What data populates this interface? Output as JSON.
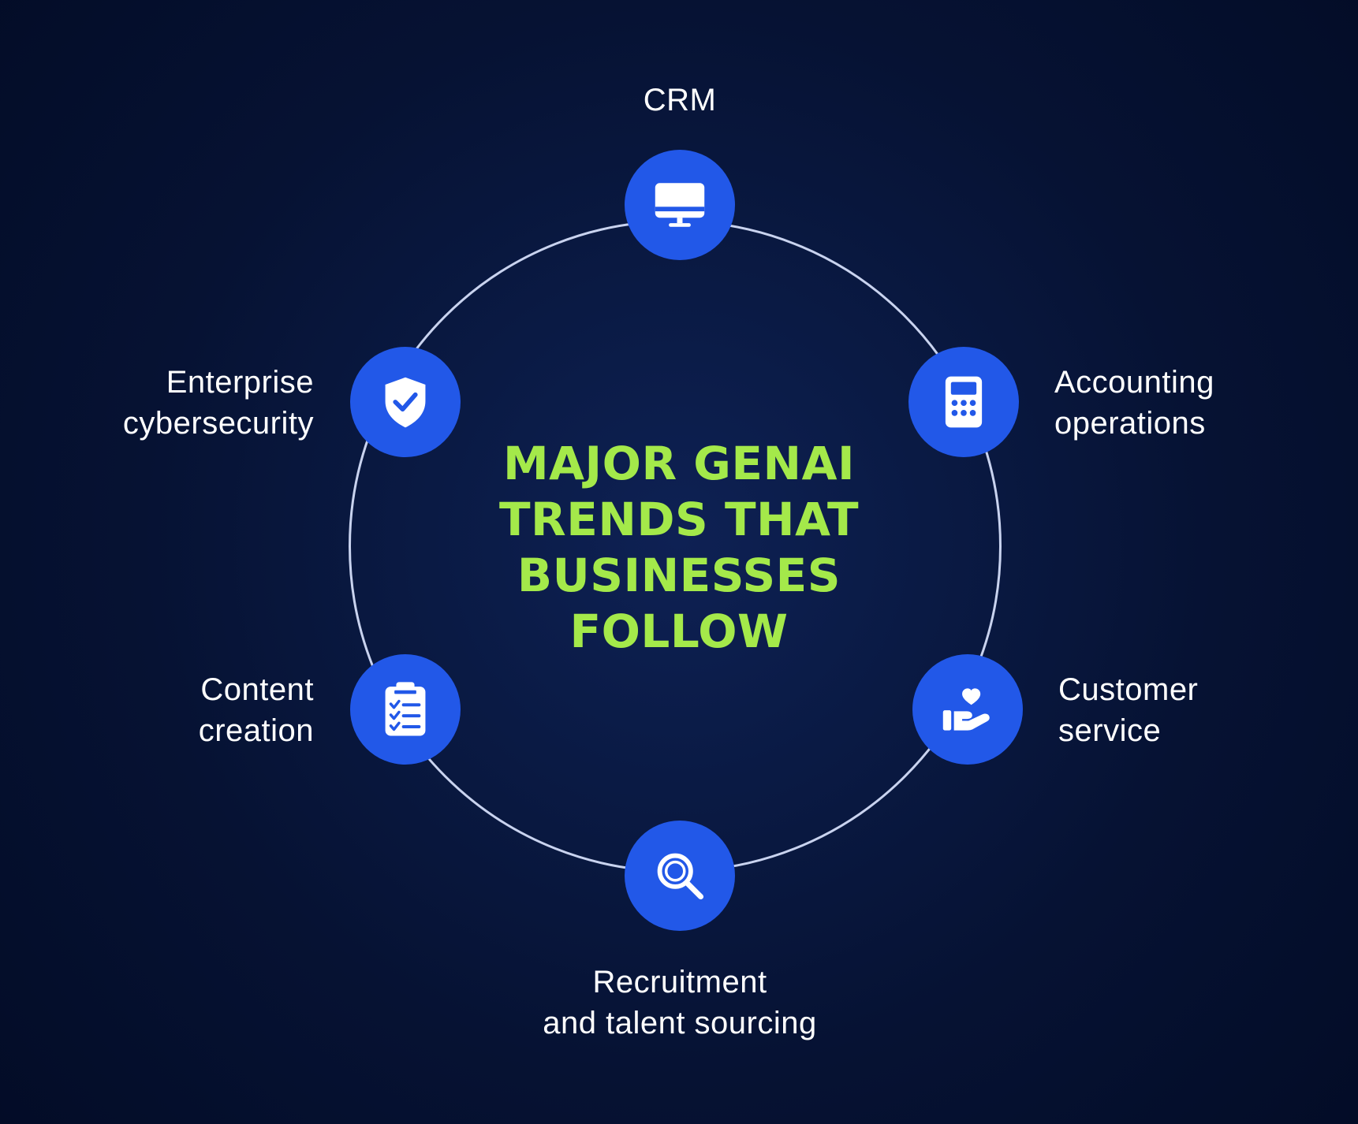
{
  "colors": {
    "accent": "#a4e94a",
    "node": "#2258e8",
    "ring": "#c9d3ef",
    "text": "#ffffff",
    "background": "#061233"
  },
  "title": {
    "lines": [
      "MAJOR GENAI",
      "TRENDS THAT",
      "BUSINESSES",
      "FOLLOW"
    ]
  },
  "nodes": [
    {
      "id": "crm",
      "icon": "monitor-icon",
      "label": [
        "CRM"
      ]
    },
    {
      "id": "accounting",
      "icon": "calculator-icon",
      "label": [
        "Accounting",
        "operations"
      ]
    },
    {
      "id": "customer-service",
      "icon": "hand-heart-icon",
      "label": [
        "Customer",
        "service"
      ]
    },
    {
      "id": "recruitment",
      "icon": "magnifier-icon",
      "label": [
        "Recruitment",
        "and talent sourcing"
      ]
    },
    {
      "id": "content",
      "icon": "clipboard-checklist-icon",
      "label": [
        "Content",
        "creation"
      ]
    },
    {
      "id": "cybersecurity",
      "icon": "shield-check-icon",
      "label": [
        "Enterprise",
        "cybersecurity"
      ]
    }
  ]
}
